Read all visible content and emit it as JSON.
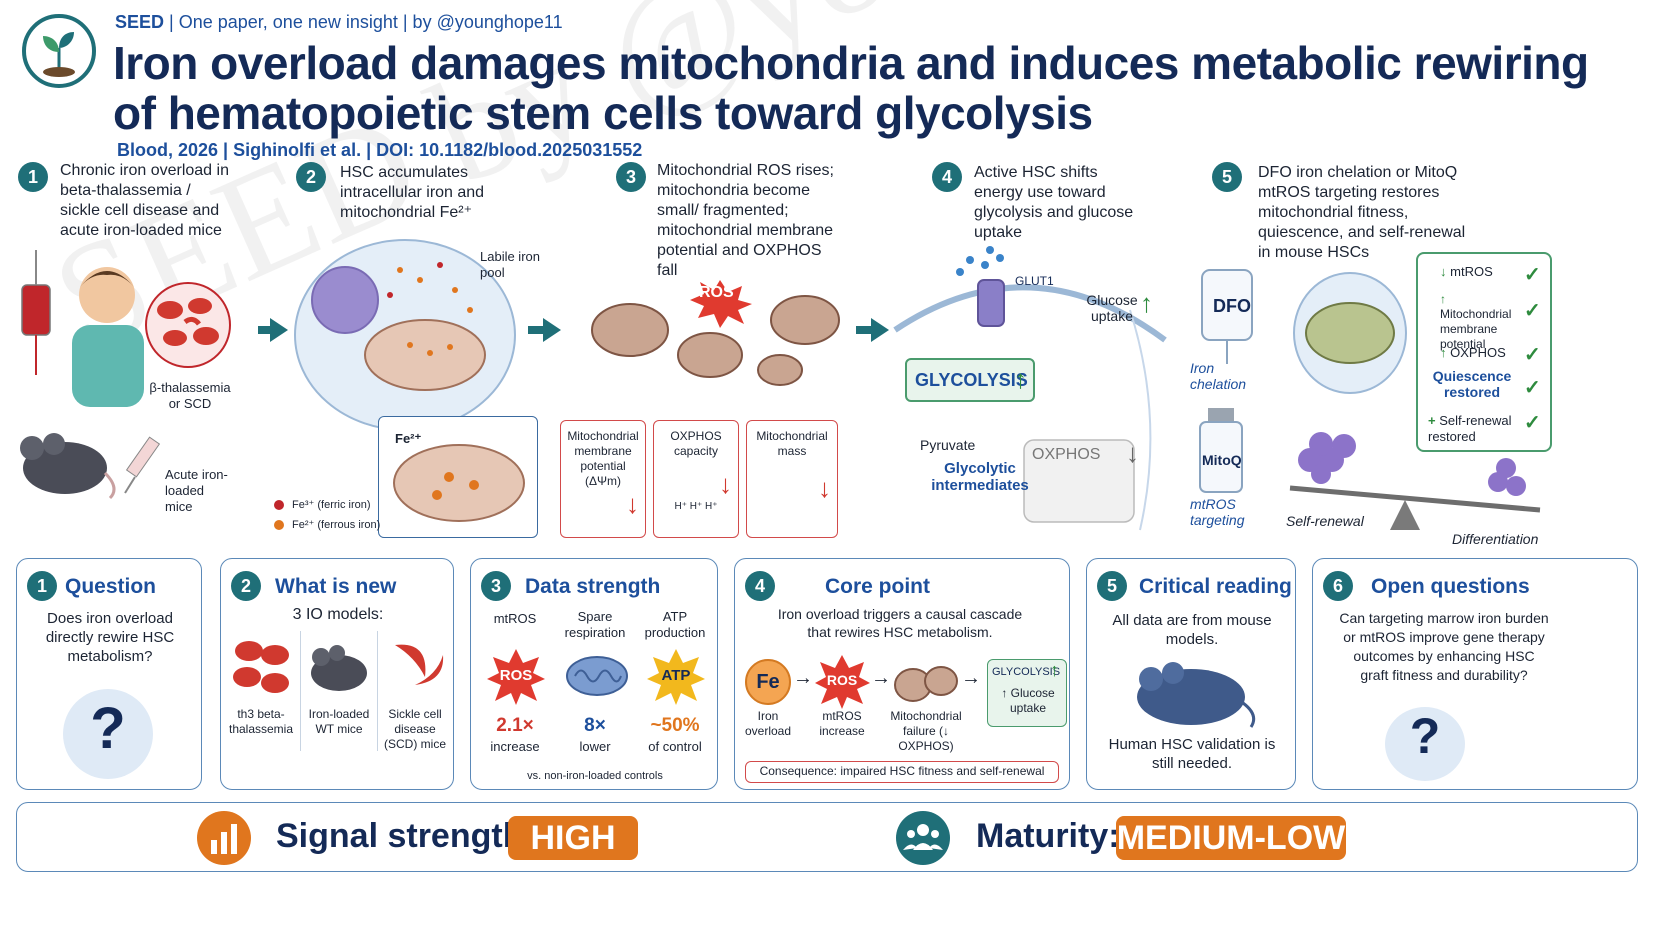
{
  "header": {
    "brand": "SEED",
    "tagline_rest": "| One paper, one new insight | by @younghope11",
    "title_line1": "Iron overload damages mitochondria and induces metabolic rewiring",
    "title_line2": "of hematopoietic stem cells toward glycolysis",
    "citation": "Blood, 2026 | Sighinolfi et al. | DOI: 10.1182/blood.2025031552"
  },
  "steps": [
    {
      "num": "1",
      "text": "Chronic iron overload in beta-thalassemia / sickle cell disease and acute iron-loaded mice"
    },
    {
      "num": "2",
      "text": "HSC accumulates intracellular iron and mitochondrial Fe²⁺"
    },
    {
      "num": "3",
      "text": "Mitochondrial ROS rises; mitochondria become small/ fragmented; mitochondrial membrane potential and OXPHOS fall"
    },
    {
      "num": "4",
      "text": "Active HSC shifts energy use toward glycolysis and glucose uptake"
    },
    {
      "num": "5",
      "text": "DFO iron chelation or MitoQ mtROS targeting restores mitochondrial fitness, quiescence, and self-renewal in mouse HSCs"
    }
  ],
  "fig1": {
    "rbc_label": "β-thalassemia or SCD",
    "mouse_label": "Acute iron-loaded mice"
  },
  "fig2": {
    "labile": "Labile iron pool",
    "fe2": "Fe²⁺",
    "legend_fe3": "Fe³⁺ (ferric iron)",
    "legend_fe2": "Fe²⁺ (ferrous iron)"
  },
  "fig3": {
    "ros": "ROS",
    "boxes": [
      {
        "label": "Mitochondrial membrane potential (ΔΨm)"
      },
      {
        "label": "OXPHOS capacity",
        "protons": "H⁺ H⁺ H⁺"
      },
      {
        "label": "Mitochondrial mass"
      }
    ]
  },
  "fig4": {
    "glut1": "GLUT1",
    "glucose": "Glucose uptake",
    "glycolysis": "GLYCOLYSIS",
    "pyruvate": "Pyruvate",
    "intermediates": "Glycolytic intermediates",
    "oxphos": "OXPHOS"
  },
  "fig5": {
    "dfo": "DFO",
    "iron_chelation": "Iron chelation",
    "mitoq": "MitoQ",
    "mtros_targeting": "mtROS targeting",
    "checks": [
      "mtROS",
      "Mitochondrial membrane potential",
      "OXPHOS",
      "Quiescence restored",
      "Self-renewal restored"
    ],
    "self_renewal": "Self-renewal",
    "differentiation": "Differentiation"
  },
  "panels": {
    "question": {
      "num": "1",
      "title": "Question",
      "text": "Does iron overload directly rewire HSC metabolism?",
      "mark": "?"
    },
    "new": {
      "num": "2",
      "title": "What is new",
      "subtitle": "3 IO models:",
      "models": [
        "th3 beta-thalassemia",
        "Iron-loaded WT mice",
        "Sickle cell disease (SCD) mice"
      ]
    },
    "strength": {
      "num": "3",
      "title": "Data strength",
      "items": [
        {
          "label": "mtROS",
          "icon": "ROS",
          "value": "2.1×",
          "sub": "increase"
        },
        {
          "label": "Spare respiration",
          "icon": "",
          "value": "8×",
          "sub": "lower"
        },
        {
          "label": "ATP production",
          "icon": "ATP",
          "value": "~50%",
          "sub": "of control"
        }
      ],
      "footnote": "vs. non-iron-loaded controls"
    },
    "core": {
      "num": "4",
      "title": "Core point",
      "text": "Iron overload triggers a causal cascade that rewires HSC metabolism.",
      "chain": [
        {
          "icon": "Fe",
          "label": "Iron overload"
        },
        {
          "icon": "ROS",
          "label": "mtROS increase"
        },
        {
          "icon": "",
          "label": "Mitochondrial failure (↓ OXPHOS)"
        }
      ],
      "glyco_title": "GLYCOLYSIS",
      "glyco_sub": "↑ Glucose uptake",
      "consequence": "Consequence: impaired HSC fitness and self-renewal"
    },
    "critical": {
      "num": "5",
      "title": "Critical reading",
      "text1": "All data are from mouse models.",
      "text2": "Human HSC validation is still needed."
    },
    "open": {
      "num": "6",
      "title": "Open questions",
      "text": "Can targeting marrow iron burden or mtROS improve gene therapy outcomes by enhancing HSC graft fitness and durability?",
      "mark": "?"
    }
  },
  "bottom": {
    "signal_label": "Signal strength:",
    "signal_value": "HIGH",
    "maturity_label": "Maturity:",
    "maturity_value": "MEDIUM-LOW"
  },
  "watermark": "SEED by @younghope11",
  "colors": {
    "teal": "#1f6f78",
    "navy": "#142a57",
    "blue": "#1d4f9c",
    "red": "#d0392f",
    "orange": "#e0761e",
    "green": "#2e8b3e"
  }
}
